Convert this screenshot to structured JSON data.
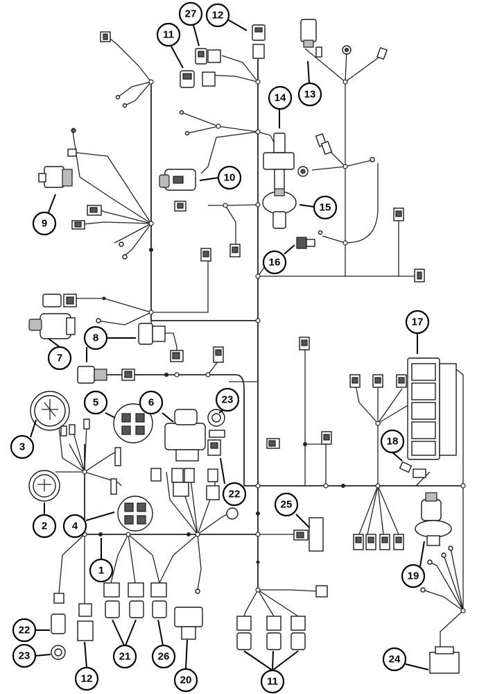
{
  "callouts": [
    {
      "label": "27"
    },
    {
      "label": "12"
    },
    {
      "label": "11"
    },
    {
      "label": "13"
    },
    {
      "label": "14"
    },
    {
      "label": "10"
    },
    {
      "label": "9"
    },
    {
      "label": "15"
    },
    {
      "label": "16"
    },
    {
      "label": "7"
    },
    {
      "label": "8"
    },
    {
      "label": "17"
    },
    {
      "label": "5"
    },
    {
      "label": "6"
    },
    {
      "label": "23"
    },
    {
      "label": "3"
    },
    {
      "label": "18"
    },
    {
      "label": "22"
    },
    {
      "label": "25"
    },
    {
      "label": "2"
    },
    {
      "label": "4"
    },
    {
      "label": "19"
    },
    {
      "label": "1"
    },
    {
      "label": "22"
    },
    {
      "label": "23"
    },
    {
      "label": "12"
    },
    {
      "label": "21"
    },
    {
      "label": "26"
    },
    {
      "label": "20"
    },
    {
      "label": "11"
    },
    {
      "label": "24"
    }
  ],
  "colors": {
    "line": "#222222",
    "background": "#ffffff"
  }
}
